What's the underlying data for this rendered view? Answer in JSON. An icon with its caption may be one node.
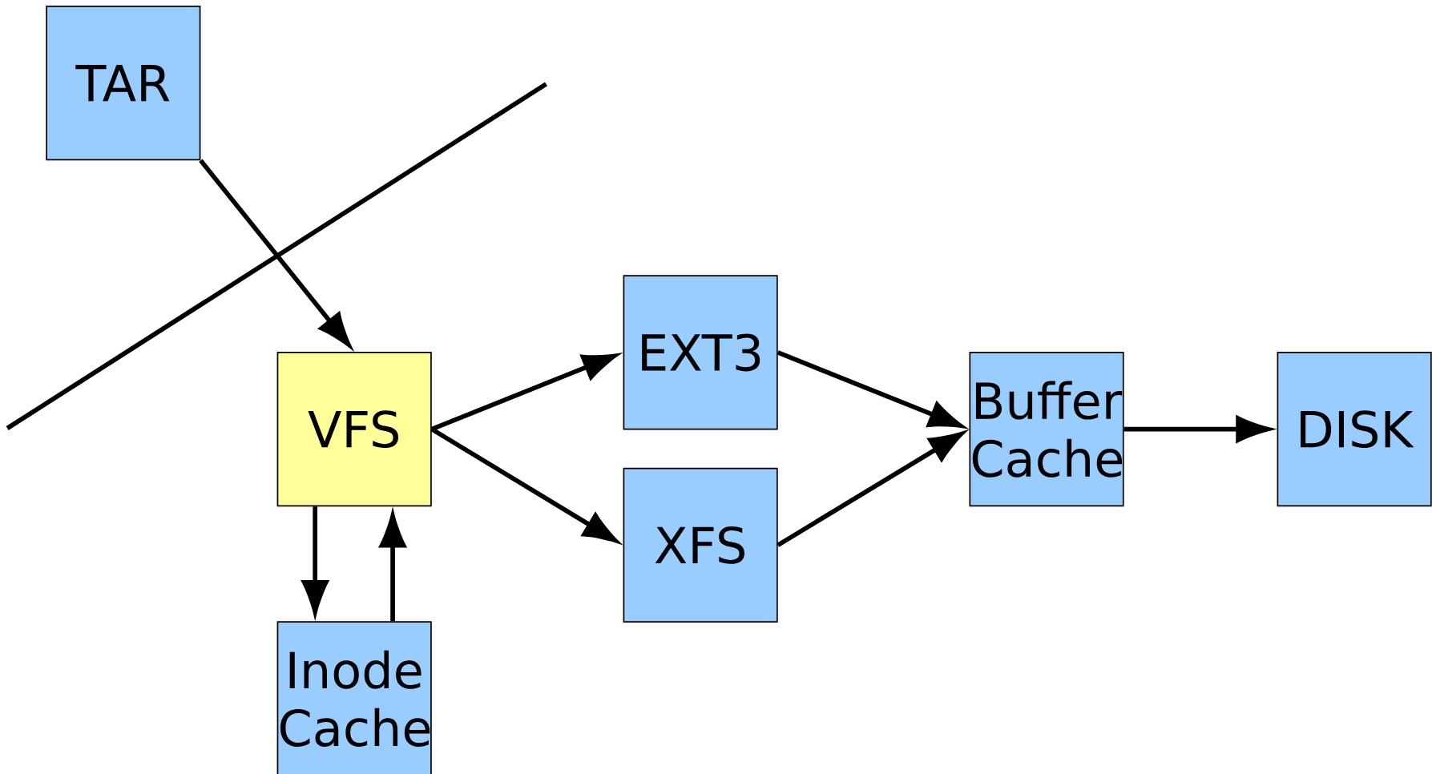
{
  "diagram": {
    "nodes": [
      {
        "text": [
          "TAR"
        ]
      },
      {
        "text": [
          "VFS"
        ]
      },
      {
        "text": [
          "Inode Cache"
        ]
      },
      {
        "text": [
          "EXT3"
        ]
      },
      {
        "text": [
          "XFS"
        ]
      },
      {
        "text": [
          "Buffer Cache"
        ]
      },
      {
        "text": [
          "DISK"
        ]
      }
    ],
    "edges": [
      {
        "from": 0,
        "to": 1,
        "arrow": "to"
      },
      {
        "from": 1,
        "to": 2,
        "arrow": "to"
      },
      {
        "from": 2,
        "to": 1,
        "arrow": "to"
      },
      {
        "from": 1,
        "to": 3,
        "arrow": "to"
      },
      {
        "from": 1,
        "to": 4,
        "arrow": "to"
      },
      {
        "from": 3,
        "to": 5,
        "arrow": "to"
      },
      {
        "from": 4,
        "to": 5,
        "arrow": "to"
      },
      {
        "from": 5,
        "to": 6,
        "arrow": "to"
      }
    ]
  }
}
